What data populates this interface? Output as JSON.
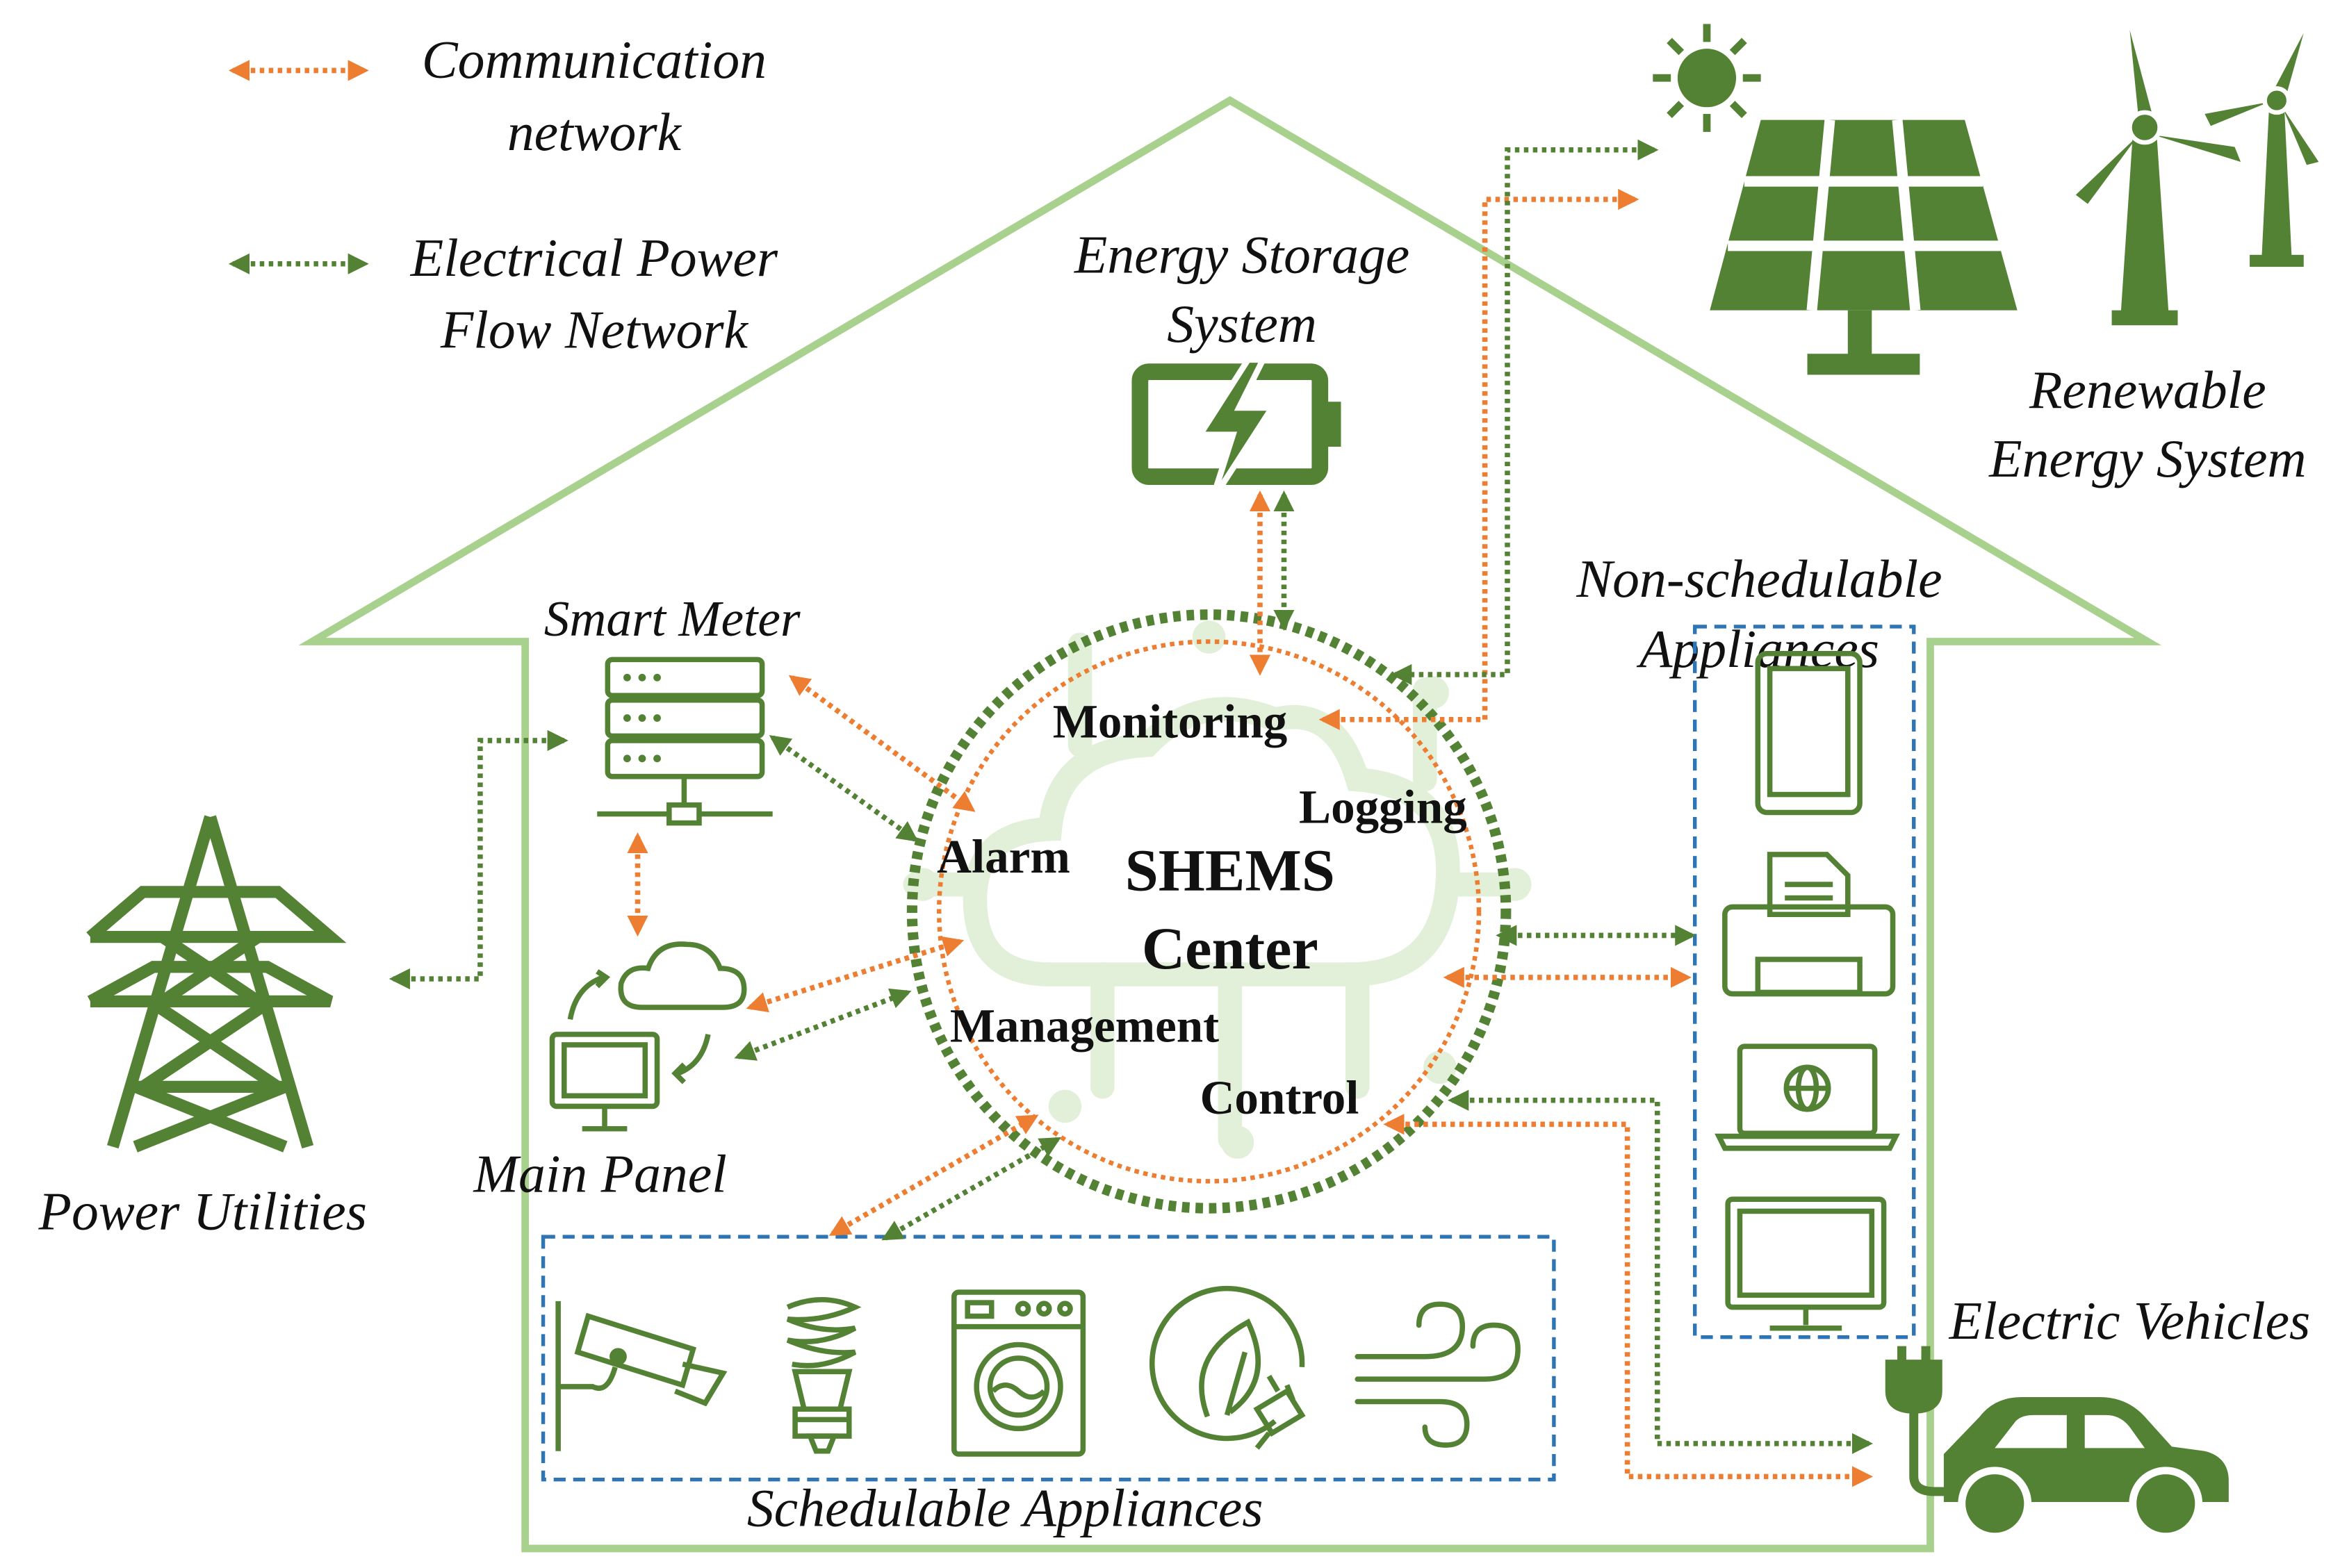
{
  "colors": {
    "communication": "#ED7D31",
    "power_flow": "#548235",
    "house_outline": "#A9D18E",
    "appliance_group_border": "#2E75B6",
    "icon_fill": "#548235",
    "watermark": "#E2F0D9"
  },
  "legend": {
    "communication": {
      "line1": "Communication",
      "line2": "network"
    },
    "power_flow": {
      "line1": "Electrical Power",
      "line2": "Flow Network"
    }
  },
  "center": {
    "line1": "SHEMS",
    "line2": "Center"
  },
  "functions": {
    "monitoring": "Monitoring",
    "logging": "Logging",
    "alarm": "Alarm",
    "management": "Management",
    "control": "Control"
  },
  "nodes": {
    "energy_storage": {
      "line1": "Energy Storage",
      "line2": "System",
      "icon": "battery-charging-icon"
    },
    "renewable": {
      "line1": "Renewable",
      "line2": "Energy System",
      "icons": [
        "sun-icon",
        "solar-panel-icon",
        "wind-turbine-icon"
      ]
    },
    "smart_meter": {
      "label": "Smart Meter",
      "icon": "server-icon"
    },
    "main_panel": {
      "label": "Main Panel",
      "icon": "cloud-monitor-icon"
    },
    "power_utilities": {
      "label": "Power Utilities",
      "icon": "transmission-tower-icon"
    },
    "non_schedulable": {
      "line1": "Non-schedulable",
      "line2": "Appliances",
      "icons": [
        "tablet-icon",
        "printer-icon",
        "laptop-icon",
        "television-icon"
      ]
    },
    "schedulable": {
      "label": "Schedulable Appliances",
      "icons": [
        "security-camera-icon",
        "light-bulb-icon",
        "washing-machine-icon",
        "eco-plug-icon",
        "wind-fan-icon"
      ]
    },
    "electric_vehicles": {
      "label": "Electric Vehicles",
      "icon": "electric-car-icon"
    }
  }
}
